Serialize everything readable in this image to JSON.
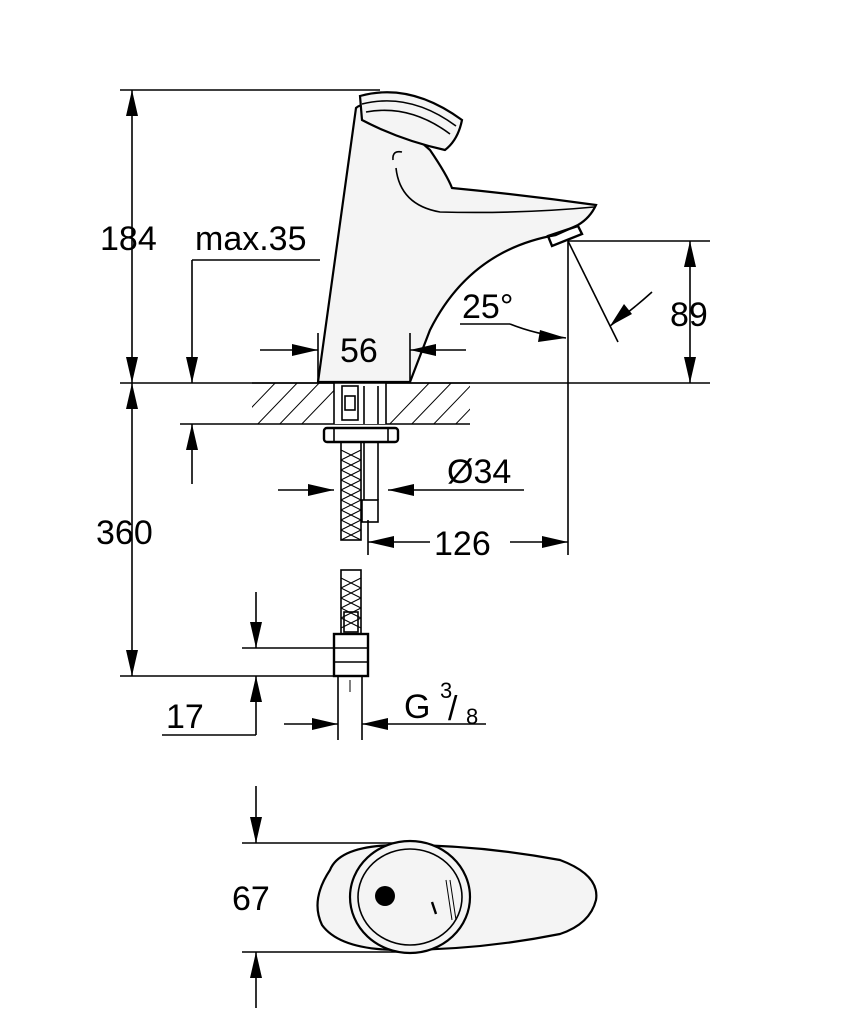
{
  "dimensions": {
    "height_total": "184",
    "max_deck": "max.35",
    "base_diameter": "56",
    "spout_angle": "25°",
    "spout_height": "89",
    "below_deck_length": "360",
    "shank_diameter": "Ø34",
    "spout_reach": "126",
    "connection_thread_main": "G",
    "connection_thread_num": "3",
    "connection_thread_den": "8",
    "connection_offset": "17",
    "top_view_width": "67"
  }
}
